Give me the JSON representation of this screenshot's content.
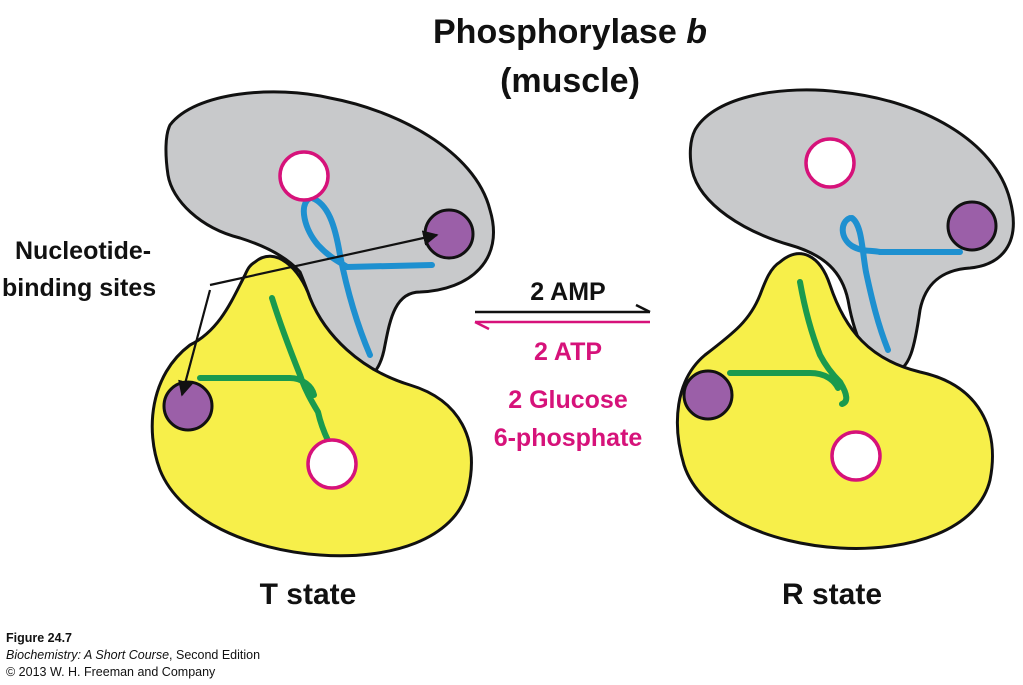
{
  "title": {
    "line1_text": "Phosphorylase ",
    "line1_italic": "b",
    "line2": "(muscle)"
  },
  "label_nucleotide": {
    "line1": "Nucleotide-",
    "line2": "binding sites"
  },
  "forward": {
    "effector": "2 AMP"
  },
  "reverse": {
    "effectors": [
      "2 ATP",
      "2 Glucose",
      "6-phosphate"
    ]
  },
  "states": {
    "left": "T state",
    "right": "R state"
  },
  "caption": {
    "figure": "Figure 24.7",
    "book": "Biochemistry: A Short Course",
    "edition": ", Second Edition",
    "copyright": "© 2013 W. H. Freeman and Company"
  },
  "colors": {
    "gray_subunit": "#c8c9cb",
    "yellow_subunit": "#f7ef4a",
    "blue_strand": "#1e90d0",
    "green_strand": "#1a9a4e",
    "site_purple": "#9b5fa8",
    "site_ring": "#d6127a",
    "magenta_text": "#d6127a"
  },
  "icons": [
    "catalytic-site-icon",
    "nucleotide-site-icon",
    "equilibrium-arrow-icon"
  ]
}
